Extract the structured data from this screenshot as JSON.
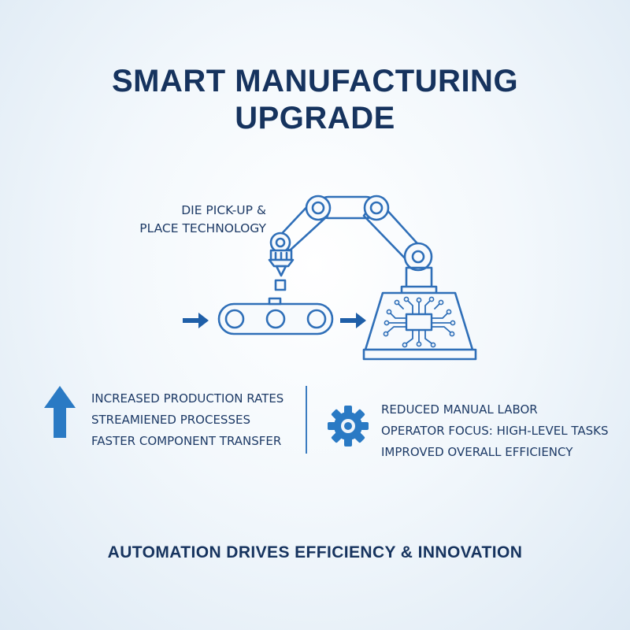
{
  "title": {
    "line1": "SMART MANUFACTURING",
    "line2": "UPGRADE"
  },
  "illustration": {
    "label_line1": "DIE PICK-UP &",
    "label_line2": "PLACE TECHNOLOGY"
  },
  "left_benefits": {
    "icon": "up-arrow-icon",
    "items": [
      "INCREASED PRODUCTION RATES",
      "STREAMIENED PROCESSES",
      "FASTER COMPONENT TRANSFER"
    ]
  },
  "right_benefits": {
    "icon": "gear-icon",
    "items": [
      "REDUCED MANUAL LABOR",
      "OPERATOR FOCUS: HIGH-LEVEL TASKS",
      "IMPROVED OVERALL EFFICIENCY"
    ]
  },
  "tagline": "AUTOMATION DRIVES EFFICIENCY & INNOVATION",
  "colors": {
    "line_blue": "#2f6fb8",
    "icon_blue": "#2a7ac4",
    "text_navy": "#16335e"
  }
}
